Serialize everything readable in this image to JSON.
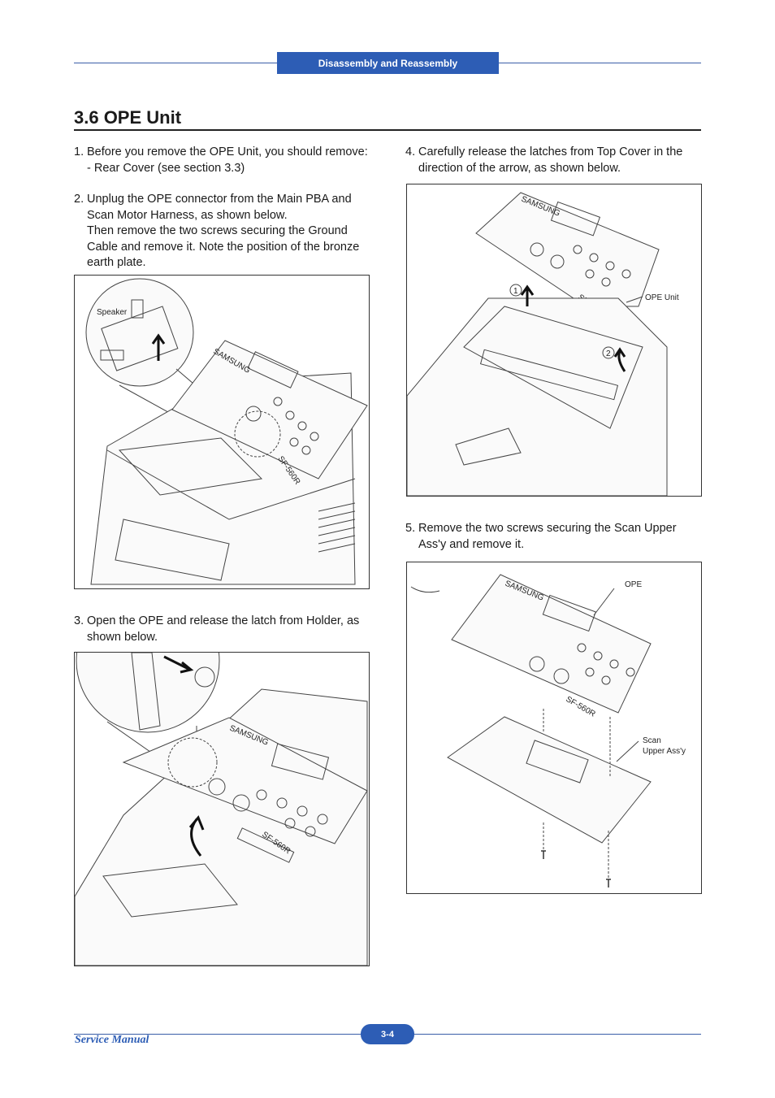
{
  "header": {
    "section_tab": "Disassembly and Reassembly"
  },
  "title": "3.6  OPE Unit",
  "steps": {
    "s1": {
      "num": "1.",
      "lines": [
        "Before you remove the OPE Unit, you should remove:",
        "- Rear Cover (see section 3.3)"
      ]
    },
    "s2": {
      "num": "2.",
      "lines": [
        "Unplug the OPE connector from the Main PBA and",
        "Scan Motor Harness, as shown below.",
        "Then remove the two screws securing the Ground",
        "Cable and remove it. Note the position of the bronze",
        "earth plate."
      ]
    },
    "s3": {
      "num": "3.",
      "lines": [
        "Open the OPE and release the latch from Holder, as",
        "shown below."
      ]
    },
    "s4": {
      "num": "4.",
      "lines": [
        "Carefully release the latches from Top Cover in the",
        "direction of the arrow, as shown below."
      ]
    },
    "s5": {
      "num": "5.",
      "lines": [
        "Remove the two screws securing the Scan Upper",
        "Ass'y and remove it."
      ]
    }
  },
  "figures": {
    "fig2": {
      "callout_speaker": "Speaker",
      "brand": "SAMSUNG",
      "model": "SF-560R"
    },
    "fig3": {
      "brand": "SAMSUNG",
      "model": "SF-560R"
    },
    "fig4": {
      "callout_ope_unit": "OPE Unit",
      "marker1": "1",
      "marker2": "2",
      "brand": "SAMSUNG",
      "model": "SF-560R"
    },
    "fig5": {
      "callout_ope": "OPE",
      "callout_scan_line1": "Scan",
      "callout_scan_line2": "Upper Ass'y",
      "brand": "SAMSUNG",
      "model": "SF-560R"
    }
  },
  "footer": {
    "manual_label": "Service Manual",
    "page_number": "3-4"
  },
  "colors": {
    "accent": "#2d5db5",
    "rule": "#3a5ea8"
  }
}
